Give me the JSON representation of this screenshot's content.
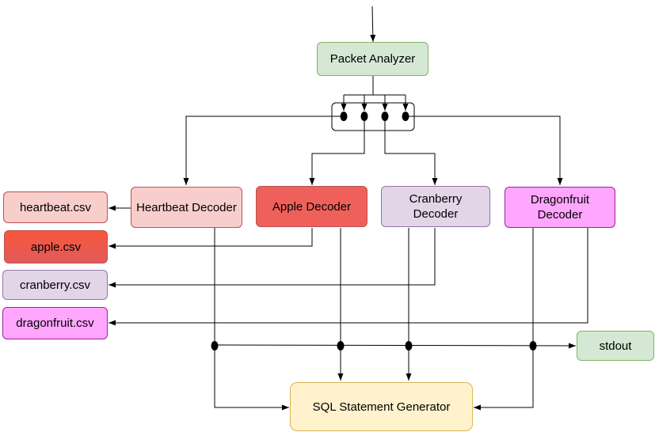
{
  "nodes": {
    "packet_analyzer": "Packet Analyzer",
    "heartbeat_decoder": "Heartbeat Decoder",
    "apple_decoder": "Apple Decoder",
    "cranberry_decoder": "Cranberry Decoder",
    "dragonfruit_decoder": "Dragonfruit Decoder",
    "heartbeat_csv": "heartbeat.csv",
    "apple_csv": "apple.csv",
    "cranberry_csv": "cranberry.csv",
    "dragonfruit_csv": "dragonfruit.csv",
    "stdout": "stdout",
    "sql_generator": "SQL Statement Generator"
  },
  "colors": {
    "green_fill": "#d5e8d4",
    "pink_fill": "#f8cecc",
    "red_fill": "#f0605a",
    "lilac_fill": "#e1d5e7",
    "magenta_fill": "#ffa6ff",
    "yellow_fill": "#fff2cc"
  }
}
